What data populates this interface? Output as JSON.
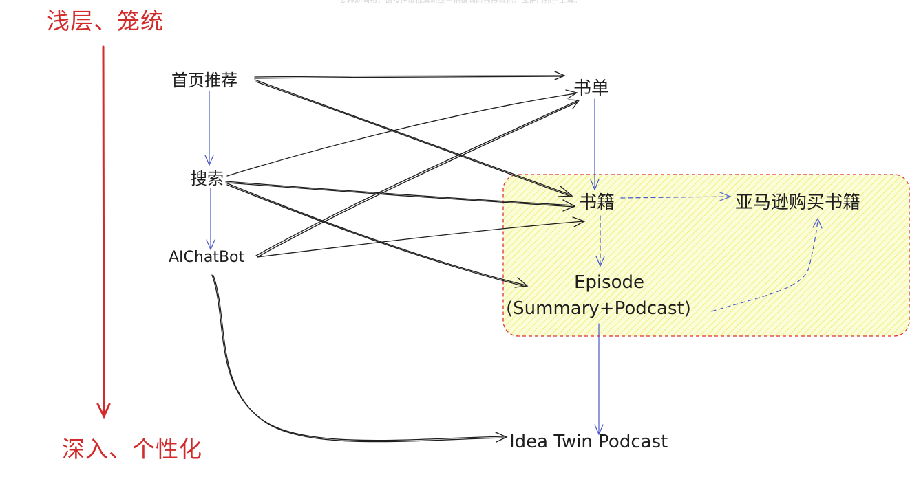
{
  "hint_text": "要移动画布，请按住鼠标滚轮或空格键同时拖拽鼠标，或使用抓手工具。",
  "axis": {
    "top_label": "浅层、笼统",
    "bottom_label": "深入、个性化",
    "color": "#d12b2b"
  },
  "nodes": {
    "home": "首页推荐",
    "search": "搜索",
    "chatbot": "AIChatBot",
    "booklist": "书单",
    "book": "书籍",
    "amazon": "亚马逊购买书籍",
    "episode_line1": "Episode",
    "episode_line2": "(Summary+Podcast)",
    "idea_twin": "Idea Twin Podcast"
  },
  "colors": {
    "text": "#1e1e1e",
    "black_arrow": "#1e1e1e",
    "blue_arrow": "#4a57c8",
    "group_fill": "#f6f9b9",
    "group_border": "#e03131"
  }
}
